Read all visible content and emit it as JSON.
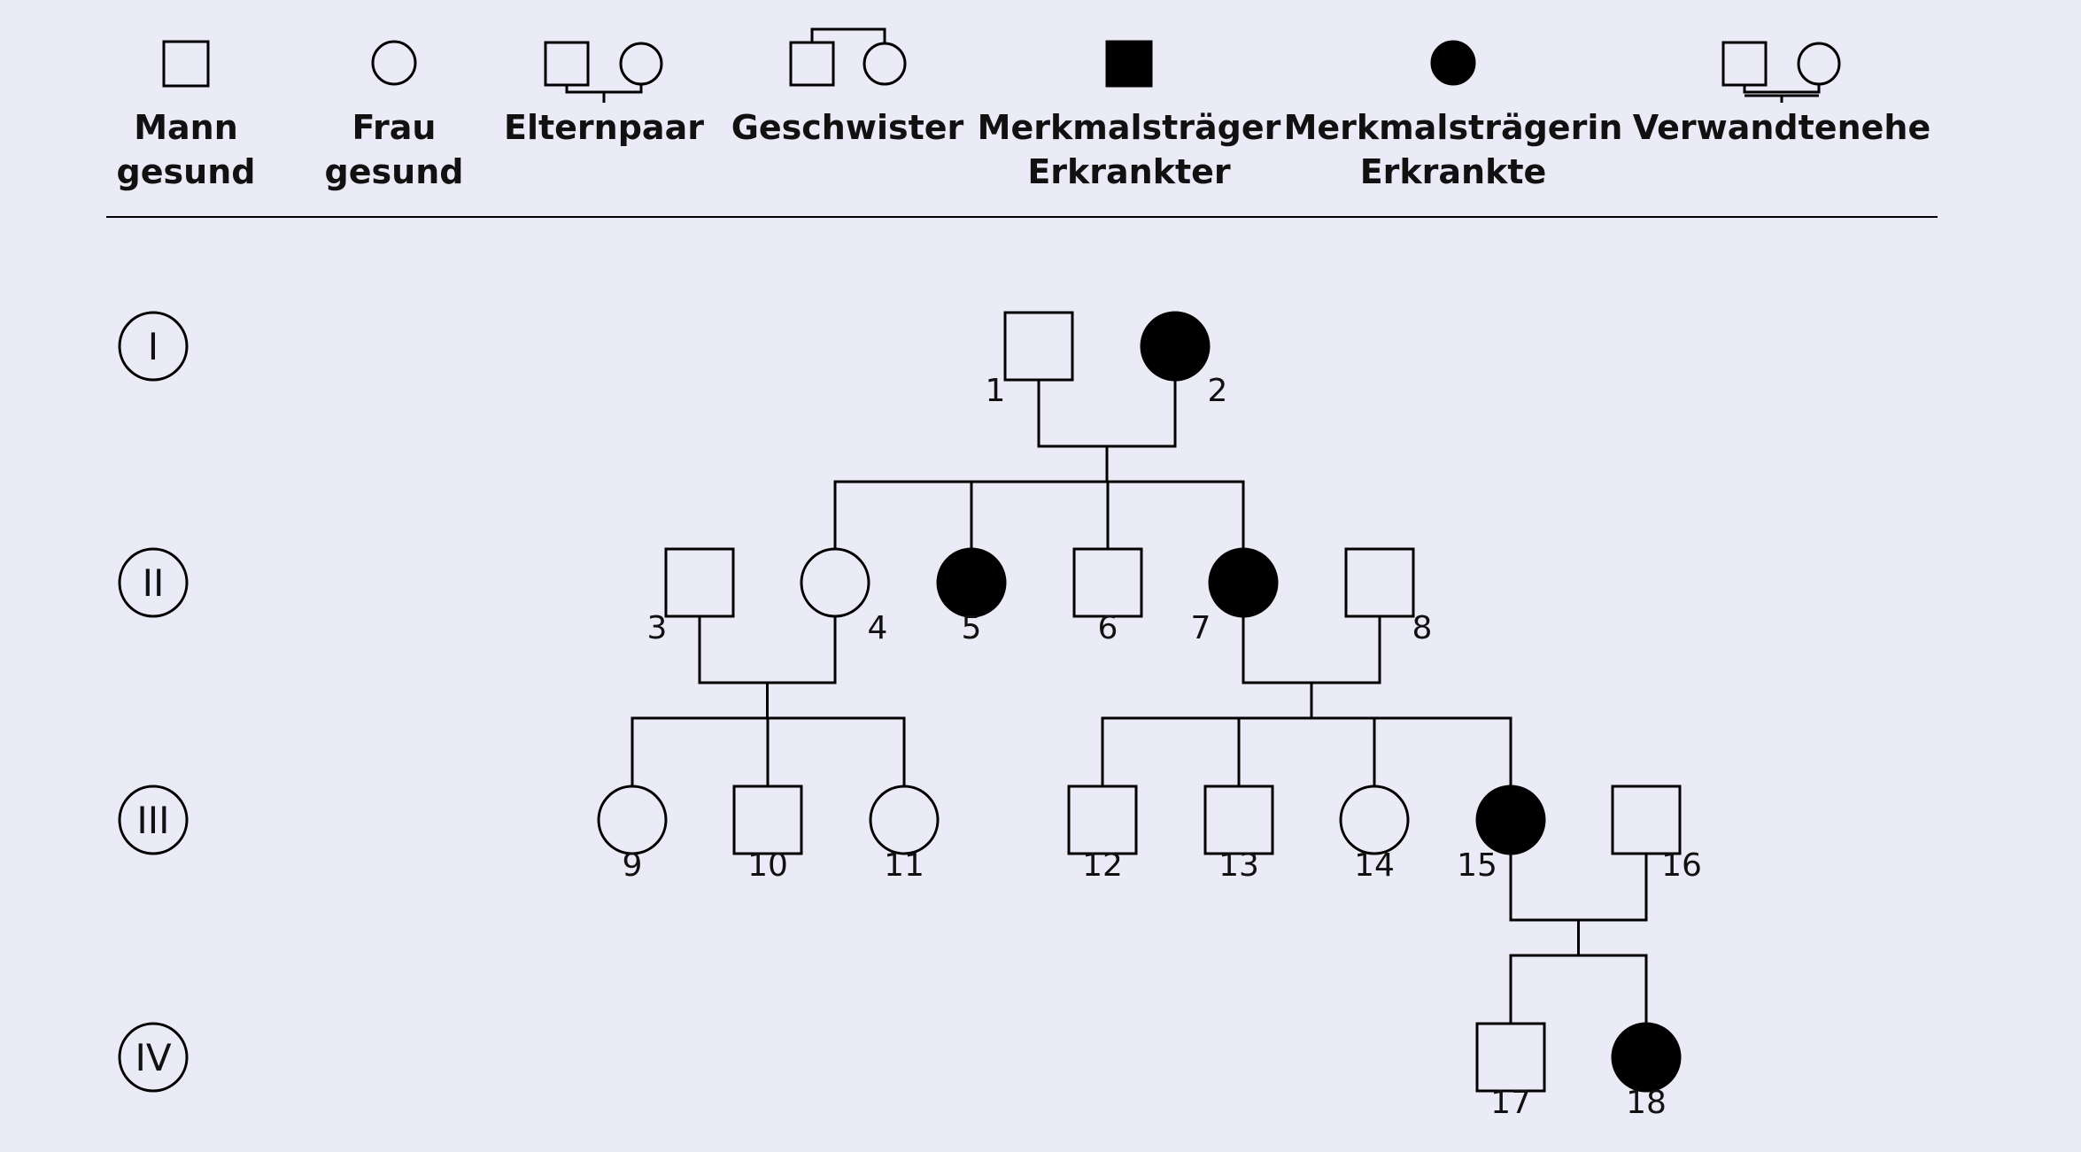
{
  "colors": {
    "background": "#ebebf7",
    "line": "#000000",
    "affected": "#000000",
    "unaffected": "#ffffff"
  },
  "legend": [
    {
      "symbol": "square",
      "line1": "Mann",
      "line2": "gesund"
    },
    {
      "symbol": "circle",
      "line1": "Frau",
      "line2": "gesund"
    },
    {
      "symbol": "parents",
      "line1": "Elternpaar",
      "line2": ""
    },
    {
      "symbol": "siblings",
      "line1": "Geschwister",
      "line2": ""
    },
    {
      "symbol": "filled-square",
      "line1": "Merkmalsträger",
      "line2": "Erkrankter"
    },
    {
      "symbol": "filled-circle",
      "line1": "Merkmalsträgerin",
      "line2": "Erkrankte"
    },
    {
      "symbol": "consanguineous",
      "line1": "Verwandtenehe",
      "line2": ""
    }
  ],
  "generations": [
    "I",
    "II",
    "III",
    "IV"
  ],
  "individuals": [
    {
      "id": "1",
      "sex": "male",
      "affected": false
    },
    {
      "id": "2",
      "sex": "female",
      "affected": true
    },
    {
      "id": "3",
      "sex": "male",
      "affected": false
    },
    {
      "id": "4",
      "sex": "female",
      "affected": false
    },
    {
      "id": "5",
      "sex": "female",
      "affected": true
    },
    {
      "id": "6",
      "sex": "male",
      "affected": false
    },
    {
      "id": "7",
      "sex": "female",
      "affected": true
    },
    {
      "id": "8",
      "sex": "male",
      "affected": false
    },
    {
      "id": "9",
      "sex": "female",
      "affected": false
    },
    {
      "id": "10",
      "sex": "male",
      "affected": false
    },
    {
      "id": "11",
      "sex": "female",
      "affected": false
    },
    {
      "id": "12",
      "sex": "male",
      "affected": false
    },
    {
      "id": "13",
      "sex": "male",
      "affected": false
    },
    {
      "id": "14",
      "sex": "female",
      "affected": false
    },
    {
      "id": "15",
      "sex": "female",
      "affected": true
    },
    {
      "id": "16",
      "sex": "male",
      "affected": false
    },
    {
      "id": "17",
      "sex": "male",
      "affected": false
    },
    {
      "id": "18",
      "sex": "female",
      "affected": true
    }
  ],
  "couples": [
    {
      "partners": [
        "1",
        "2"
      ],
      "children": [
        "4",
        "5",
        "6",
        "7"
      ]
    },
    {
      "partners": [
        "3",
        "4"
      ],
      "children": [
        "9",
        "10",
        "11"
      ]
    },
    {
      "partners": [
        "7",
        "8"
      ],
      "children": [
        "12",
        "13",
        "14",
        "15"
      ]
    },
    {
      "partners": [
        "15",
        "16"
      ],
      "children": [
        "17",
        "18"
      ]
    }
  ]
}
